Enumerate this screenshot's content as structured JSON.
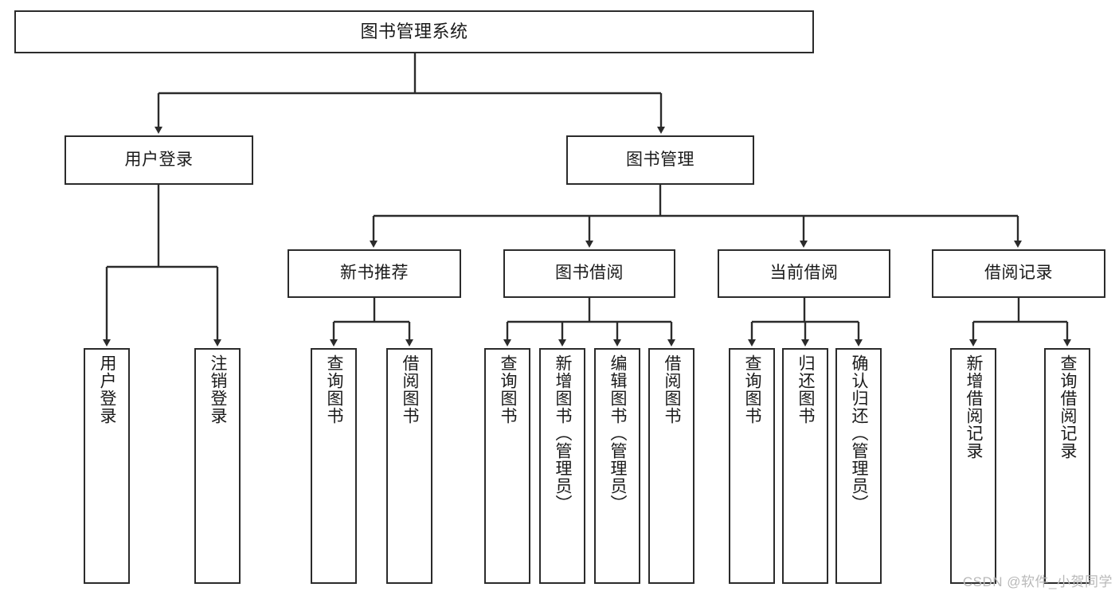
{
  "diagram": {
    "type": "tree-hierarchy",
    "title": "图书管理系统",
    "watermark": "CSDN @软件_小贺同学",
    "colors": {
      "box_border": "#2b2b2b",
      "box_fill": "#ffffff",
      "edge": "#2b2b2b",
      "text": "#1a1a1a",
      "watermark": "#b9b9b9"
    },
    "nodes": {
      "root": {
        "label": "图书管理系统",
        "orientation": "horizontal",
        "level": 1
      },
      "l2": [
        {
          "id": "user-login",
          "label": "用户登录",
          "orientation": "horizontal",
          "level": 2
        },
        {
          "id": "book-manage",
          "label": "图书管理",
          "orientation": "horizontal",
          "level": 2
        }
      ],
      "l3": [
        {
          "id": "new-book-recommend",
          "label": "新书推荐",
          "orientation": "horizontal",
          "level": 3
        },
        {
          "id": "book-borrow",
          "label": "图书借阅",
          "orientation": "horizontal",
          "level": 3
        },
        {
          "id": "current-borrow",
          "label": "当前借阅",
          "orientation": "horizontal",
          "level": 3
        },
        {
          "id": "borrow-record",
          "label": "借阅记录",
          "orientation": "horizontal",
          "level": 3
        }
      ],
      "leaves": [
        {
          "id": "leaf-user-login",
          "label": "用户登录",
          "parent": "user-login",
          "orientation": "vertical"
        },
        {
          "id": "leaf-user-logout",
          "label": "注销登录",
          "parent": "user-login",
          "orientation": "vertical"
        },
        {
          "id": "leaf-query-book-1",
          "label": "查询图书",
          "parent": "new-book-recommend",
          "orientation": "vertical"
        },
        {
          "id": "leaf-borrow-book-1",
          "label": "借阅图书",
          "parent": "new-book-recommend",
          "orientation": "vertical"
        },
        {
          "id": "leaf-query-book-2",
          "label": "查询图书",
          "parent": "book-borrow",
          "orientation": "vertical"
        },
        {
          "id": "leaf-add-book",
          "label": "新增图书（管理员）",
          "parent": "book-borrow",
          "orientation": "vertical"
        },
        {
          "id": "leaf-edit-book",
          "label": "编辑图书（管理员）",
          "parent": "book-borrow",
          "orientation": "vertical"
        },
        {
          "id": "leaf-borrow-book-2",
          "label": "借阅图书",
          "parent": "book-borrow",
          "orientation": "vertical"
        },
        {
          "id": "leaf-query-book-3",
          "label": "查询图书",
          "parent": "current-borrow",
          "orientation": "vertical"
        },
        {
          "id": "leaf-return-book",
          "label": "归还图书",
          "parent": "current-borrow",
          "orientation": "vertical"
        },
        {
          "id": "leaf-confirm-return",
          "label": "确认归还（管理员）",
          "parent": "current-borrow",
          "orientation": "vertical"
        },
        {
          "id": "leaf-add-record",
          "label": "新增借阅记录",
          "parent": "borrow-record",
          "orientation": "vertical"
        },
        {
          "id": "leaf-query-record",
          "label": "查询借阅记录",
          "parent": "borrow-record",
          "orientation": "vertical"
        }
      ]
    }
  }
}
